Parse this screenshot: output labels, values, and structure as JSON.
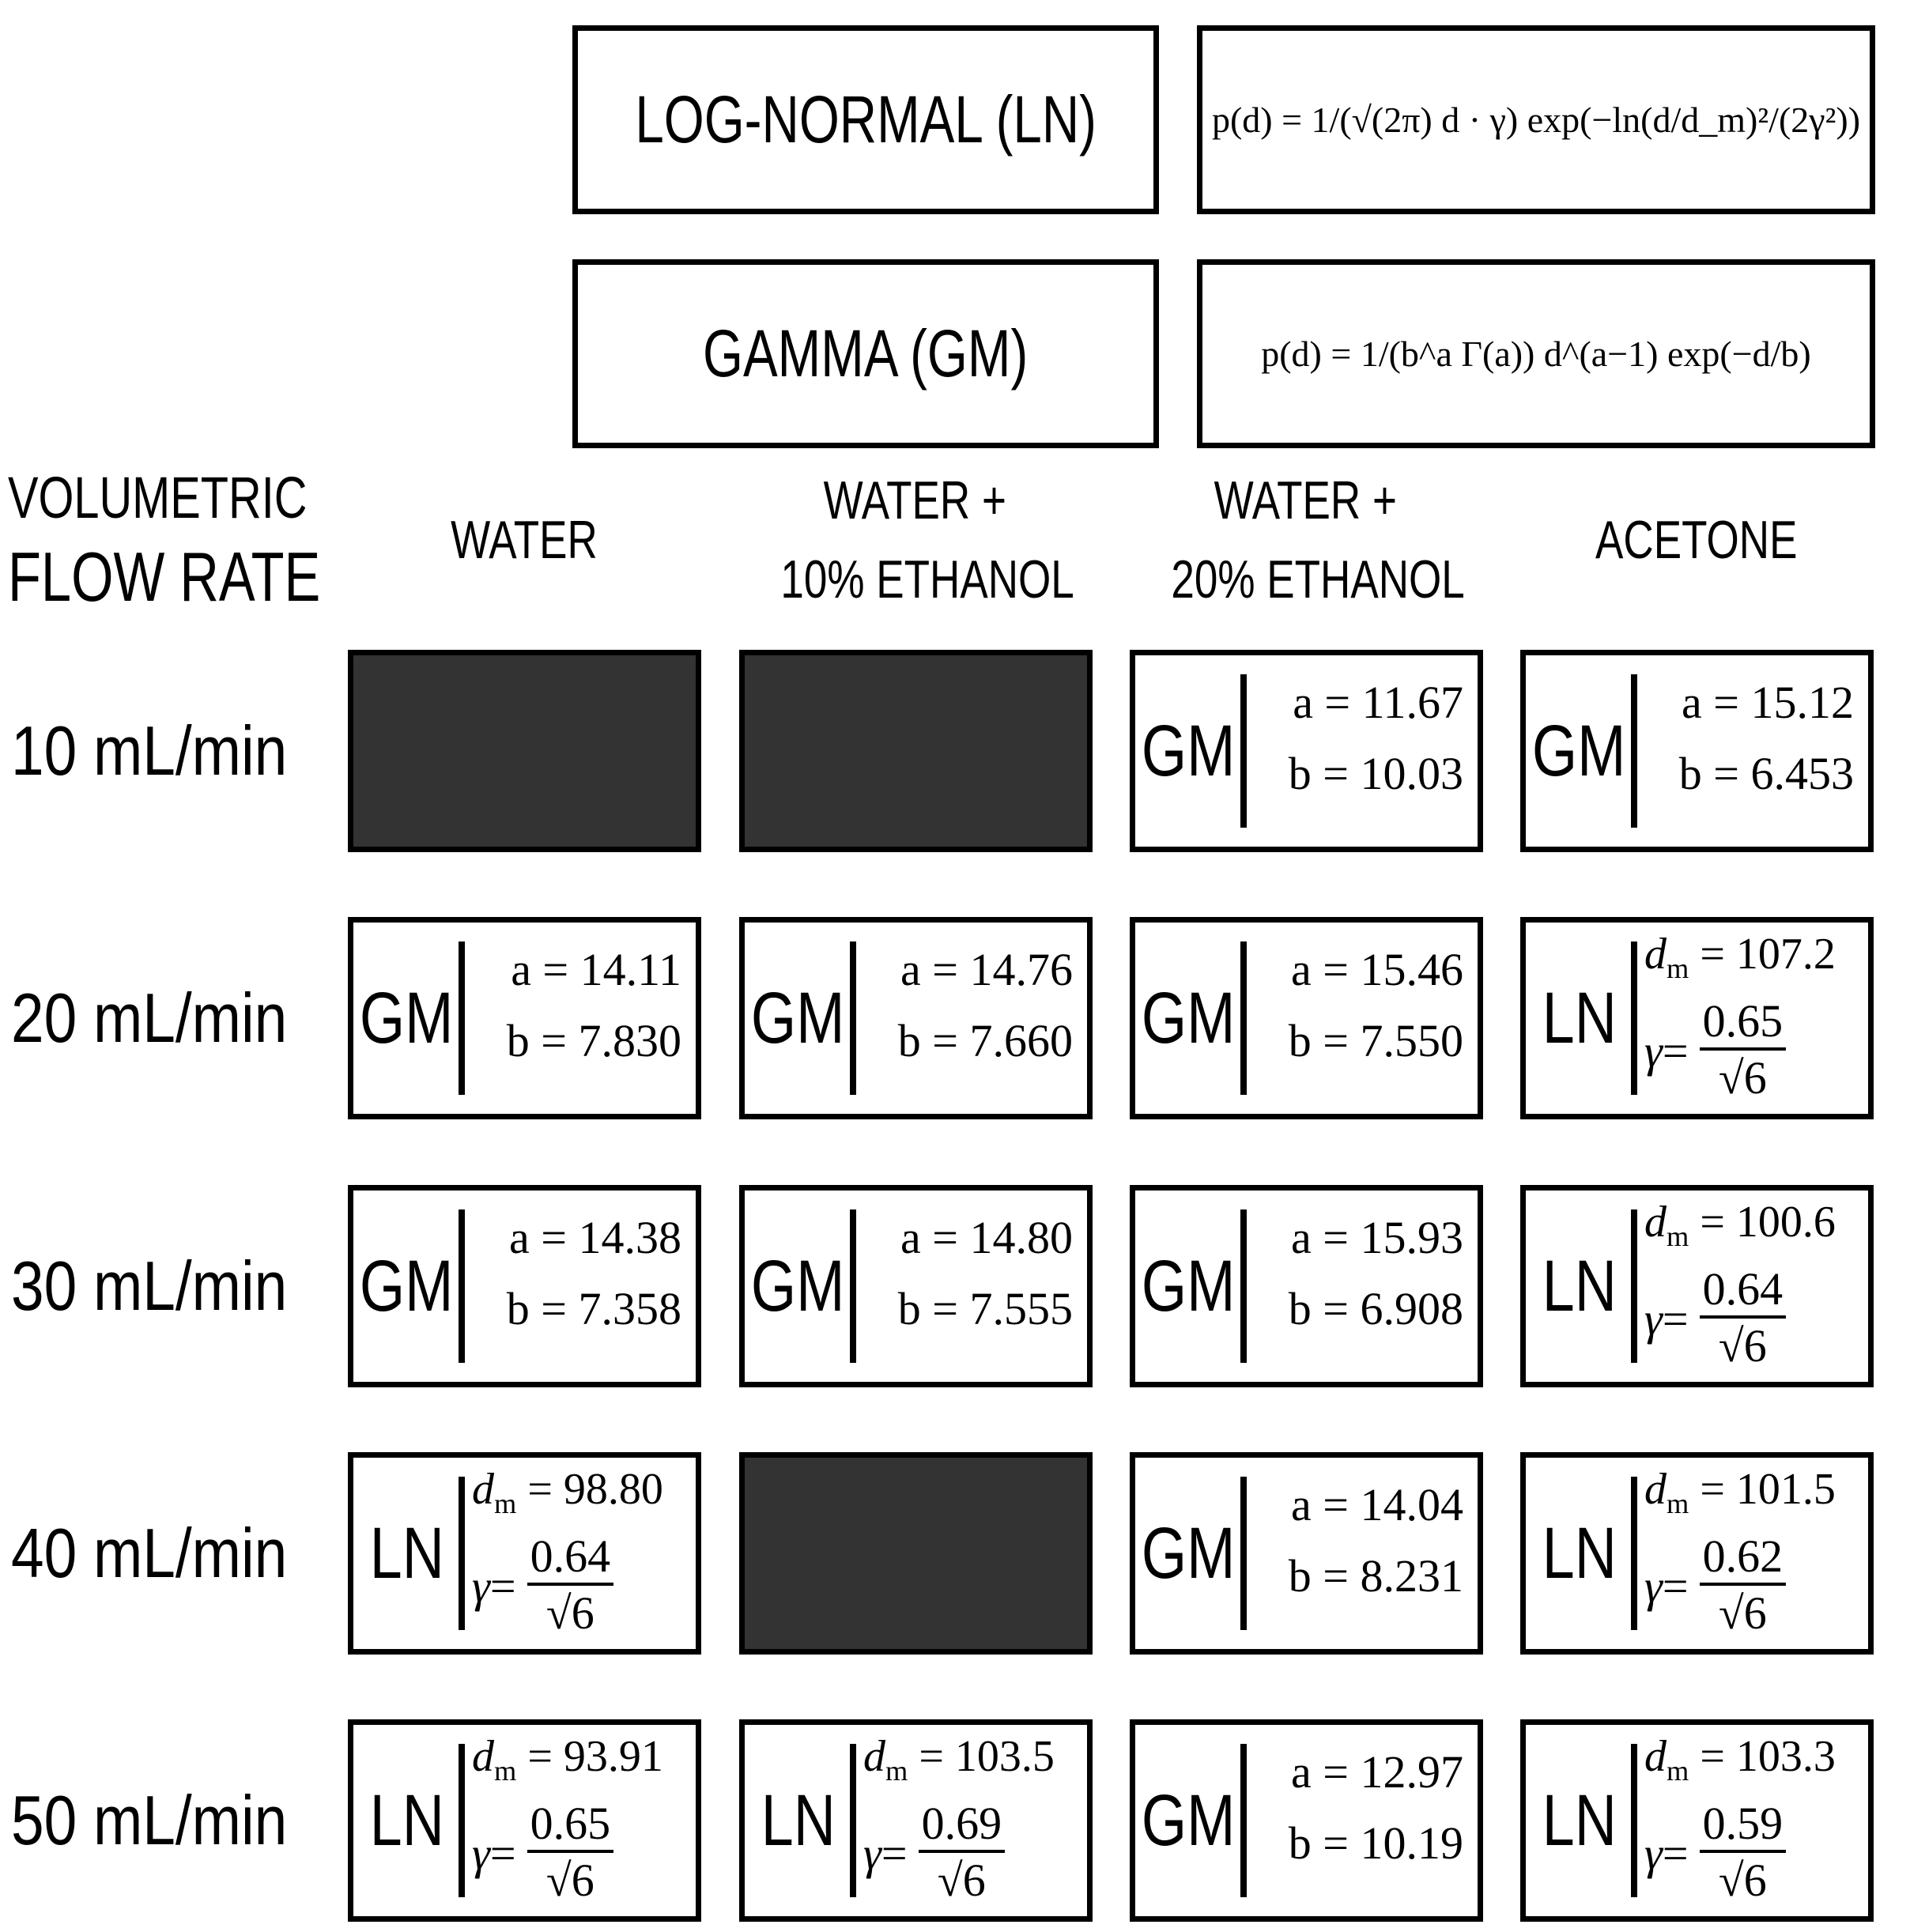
{
  "distributions": [
    {
      "title": "LOG-NORMAL (LN)",
      "formula": "p(d) = 1/(√(2π) d · γ) exp(−ln(d/d_m)²/(2γ²))"
    },
    {
      "title": "GAMMA (GM)",
      "formula": "p(d) = 1/(b^a Γ(a)) d^(a−1) exp(−d/b)"
    }
  ],
  "row_header": {
    "line1": "VOLUMETRIC",
    "line2": "FLOW RATE"
  },
  "columns": [
    {
      "line1": "WATER",
      "line2": ""
    },
    {
      "line1": "WATER +",
      "line2": "10% ETHANOL"
    },
    {
      "line1": "WATER +",
      "line2": "20% ETHANOL"
    },
    {
      "line1": "ACETONE",
      "line2": ""
    }
  ],
  "rows": [
    {
      "label": "10 mL/min",
      "cells": [
        {
          "type": "none"
        },
        {
          "type": "none"
        },
        {
          "type": "GM",
          "a": "a = 11.67",
          "b": "b = 10.03"
        },
        {
          "type": "GM",
          "a": "a = 15.12",
          "b": "b = 6.453"
        }
      ]
    },
    {
      "label": "20 mL/min",
      "cells": [
        {
          "type": "GM",
          "a": "a = 14.11",
          "b": "b = 7.830"
        },
        {
          "type": "GM",
          "a": "a = 14.76",
          "b": "b = 7.660"
        },
        {
          "type": "GM",
          "a": "a = 15.46",
          "b": "b = 7.550"
        },
        {
          "type": "LN",
          "dm": "107.2",
          "gamma_num": "0.65",
          "gamma_den": "√6"
        }
      ]
    },
    {
      "label": "30 mL/min",
      "cells": [
        {
          "type": "GM",
          "a": "a = 14.38",
          "b": "b = 7.358"
        },
        {
          "type": "GM",
          "a": "a = 14.80",
          "b": "b = 7.555"
        },
        {
          "type": "GM",
          "a": "a = 15.93",
          "b": "b = 6.908"
        },
        {
          "type": "LN",
          "dm": "100.6",
          "gamma_num": "0.64",
          "gamma_den": "√6"
        }
      ]
    },
    {
      "label": "40 mL/min",
      "cells": [
        {
          "type": "LN",
          "dm": "98.80",
          "gamma_num": "0.64",
          "gamma_den": "√6"
        },
        {
          "type": "none"
        },
        {
          "type": "GM",
          "a": "a = 14.04",
          "b": "b = 8.231"
        },
        {
          "type": "LN",
          "dm": "101.5",
          "gamma_num": "0.62",
          "gamma_den": "√6"
        }
      ]
    },
    {
      "label": "50 mL/min",
      "cells": [
        {
          "type": "LN",
          "dm": "93.91",
          "gamma_num": "0.65",
          "gamma_den": "√6"
        },
        {
          "type": "LN",
          "dm": "103.5",
          "gamma_num": "0.69",
          "gamma_den": "√6"
        },
        {
          "type": "GM",
          "a": "a = 12.97",
          "b": "b = 10.19"
        },
        {
          "type": "LN",
          "dm": "103.3",
          "gamma_num": "0.59",
          "gamma_den": "√6"
        }
      ]
    }
  ],
  "code_labels": {
    "GM": "GM",
    "LN": "LN"
  },
  "colors": {
    "blank_cell": "#333333",
    "border": "#000000"
  }
}
